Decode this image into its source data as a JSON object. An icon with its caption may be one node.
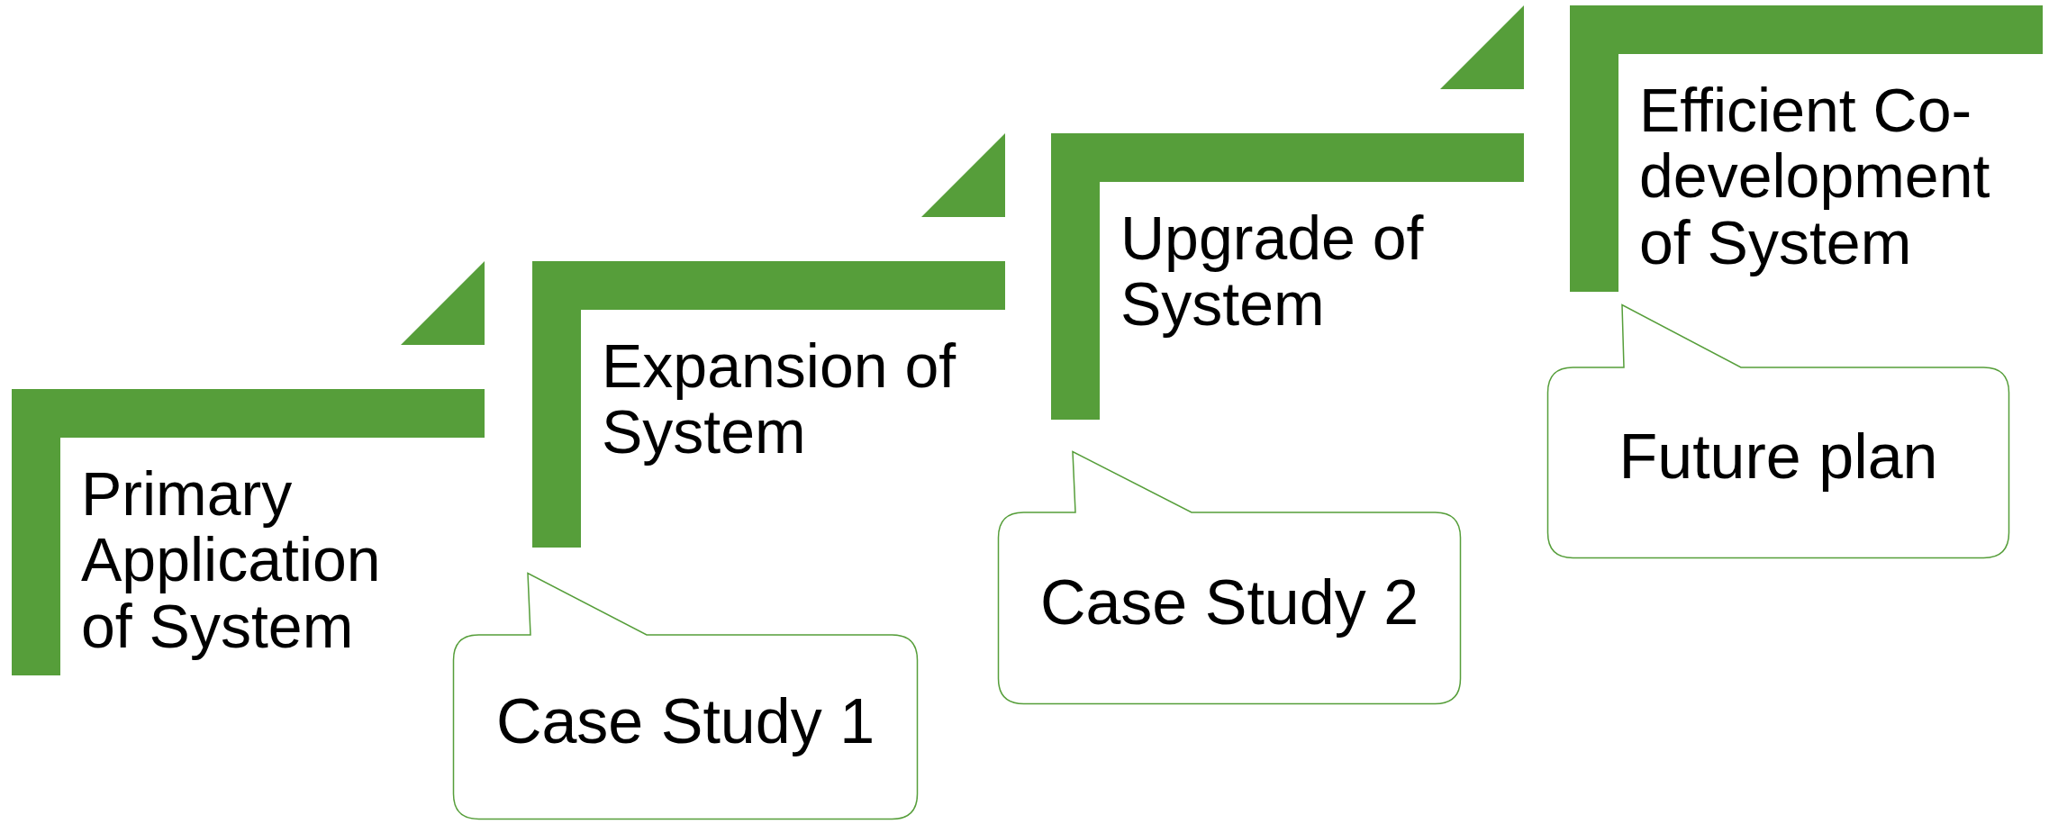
{
  "diagram": {
    "nodes": [
      {
        "text": [
          "Primary Application of System"
        ]
      },
      {
        "text": [
          "Expansion of System"
        ]
      },
      {
        "text": [
          "Upgrade of System"
        ]
      },
      {
        "text": [
          "Efficient Co-development of System"
        ]
      },
      {
        "text": [
          "Case Study 1"
        ]
      },
      {
        "text": [
          "Case Study 2"
        ]
      },
      {
        "text": [
          "Future plan"
        ]
      }
    ]
  }
}
